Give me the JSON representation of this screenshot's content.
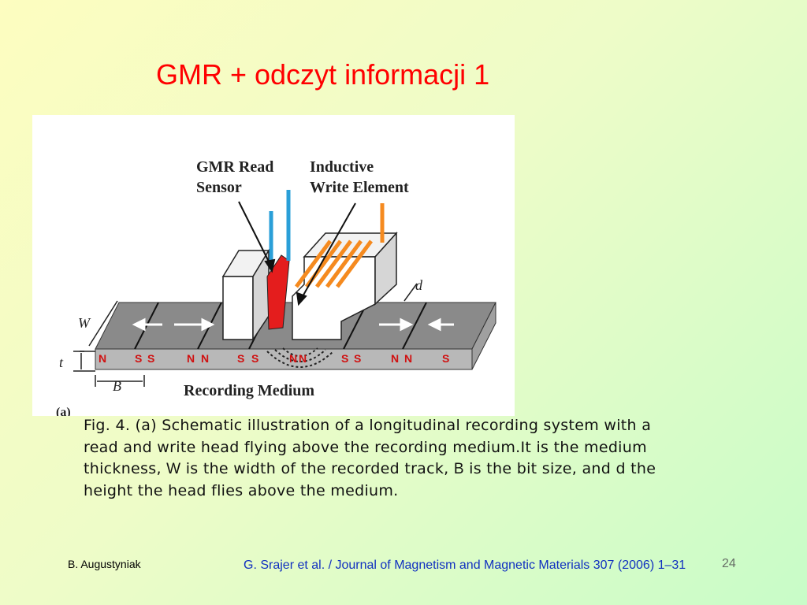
{
  "slide": {
    "title": "GMR + odczyt informacji 1",
    "caption": {
      "part1": "Fig. 4. (a) Schematic illustration of a longitudinal recording system with a read and write head flying above the recording medium.It is the medium thickness, ",
      "w": "W",
      "part2": " is the width of the recorded track, ",
      "b": "B",
      "part3": " is the bit size, and d the height the head flies above the medium."
    },
    "footer": {
      "author": "B. Augustyniak",
      "reference": "G. Srajer et al. / Journal of Magnetism and Magnetic Materials 307 (2006) 1–31",
      "slide_number": "24"
    }
  },
  "figure": {
    "label_gmr_line1": "GMR Read",
    "label_gmr_line2": "Sensor",
    "label_write_line1": "Inductive",
    "label_write_line2": "Write Element",
    "label_w": "W",
    "label_t": "t",
    "label_b": "B",
    "label_d": "d",
    "label_medium": "Recording Medium",
    "label_panel": "(a)",
    "poles": [
      "N",
      "S",
      "S",
      "N",
      "N",
      "S",
      "S",
      "N",
      "N",
      "S",
      "S",
      "N",
      "N",
      "S"
    ],
    "colors": {
      "sensor": "#e41d1d",
      "lead": "#2a9fd8",
      "coil": "#f58a1f",
      "medium_top": "#8a8a8a",
      "medium_front": "#b8b8b8",
      "pole_text": "#d01010"
    }
  }
}
